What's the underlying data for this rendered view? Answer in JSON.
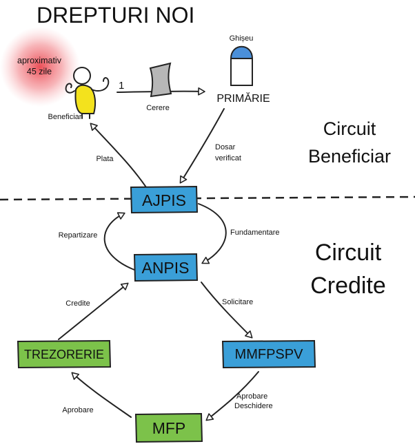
{
  "title": "DREPTURI NOI",
  "badge": {
    "line1": "aproximativ",
    "line2": "45 zile"
  },
  "beneficiary": {
    "label": "Beneficiar"
  },
  "step_number": "1",
  "request": {
    "label": "Cerere"
  },
  "office": {
    "top_label": "Ghișeu",
    "label": "PRIMĂRIE"
  },
  "edges": {
    "plata": "Plata",
    "dosar_line1": "Dosar",
    "dosar_line2": "verificat",
    "repartizare": "Repartizare",
    "fundamentare": "Fundamentare",
    "credite": "Credite",
    "solicitare": "Solicitare",
    "aprobare": "Aprobare",
    "aprobare_desch_line1": "Aprobare",
    "aprobare_desch_line2": "Deschidere"
  },
  "sections": {
    "beneficiar_line1": "Circuit",
    "beneficiar_line2": "Beneficiar",
    "credite_line1": "Circuit",
    "credite_line2": "Credite"
  },
  "nodes": {
    "ajpis": "AJPIS",
    "anpis": "ANPIS",
    "trezorerie": "TREZORERIE",
    "mmfpspv": "MMFPSPV",
    "mfp": "MFP"
  },
  "colors": {
    "blue": "#3a9fd8",
    "green": "#7cc24a",
    "red_glow": "#e8303a",
    "yellow": "#f3e21d",
    "gray": "#b7b7b7",
    "dome": "#4a8fd9"
  }
}
